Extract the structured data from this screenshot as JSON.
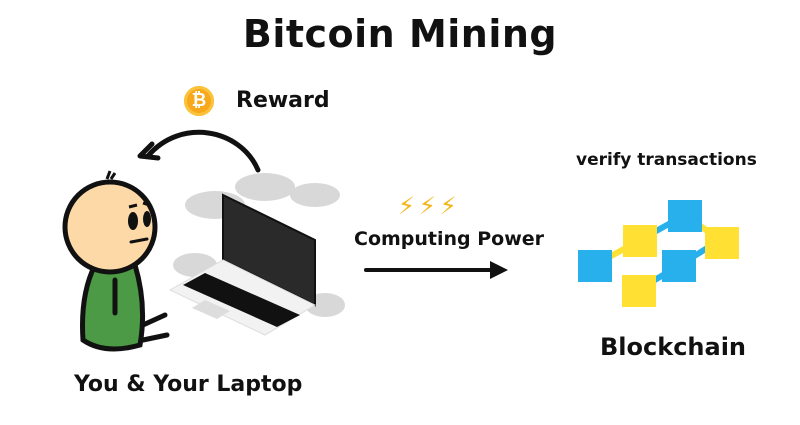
{
  "title": "Bitcoin Mining",
  "reward": {
    "label": "Reward",
    "icon": "bitcoin-coin-icon",
    "symbol": "₿",
    "color": "#f7a81b"
  },
  "computing": {
    "label": "Computing Power",
    "bolts": "⚡⚡⚡",
    "bolt_color": "#f5b514"
  },
  "miner": {
    "label": "You & Your Laptop",
    "person_shirt_color": "#4c9a45",
    "person_skin_color": "#fcd9a6"
  },
  "blockchain": {
    "label": "Blockchain",
    "caption": "verify transactions",
    "cube_colors": [
      "#27b0ec",
      "#ffe033"
    ]
  }
}
